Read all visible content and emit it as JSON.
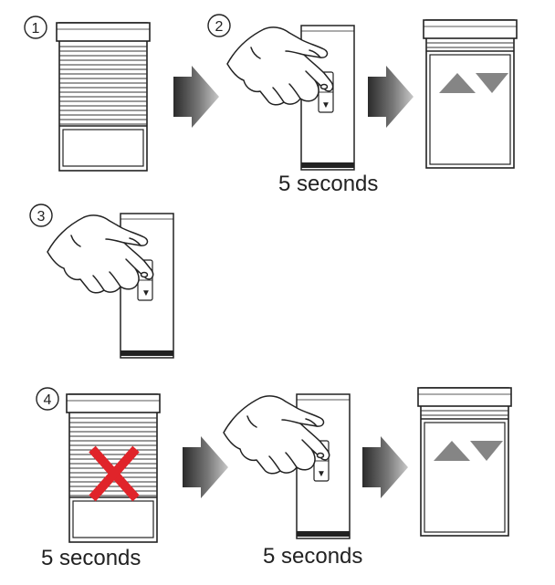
{
  "steps": [
    {
      "number": "1"
    },
    {
      "number": "2"
    },
    {
      "number": "3"
    },
    {
      "number": "4"
    }
  ],
  "captions": {
    "step2_duration": "5 seconds",
    "step4_shutter_duration": "5 seconds",
    "step4_switch_duration": "5 seconds"
  },
  "switch_symbols": {
    "up": "▲",
    "down": "▼"
  },
  "icons": [
    "shutter-icon",
    "switch-icon",
    "hand-pointer-icon",
    "arrow-right-icon",
    "up-down-arrows-icon",
    "red-x-icon"
  ],
  "colors": {
    "line": "#222222",
    "arrow": "#7a7a7a",
    "arrow_dark": "#3a3a3a",
    "cross": "#e0242a"
  }
}
